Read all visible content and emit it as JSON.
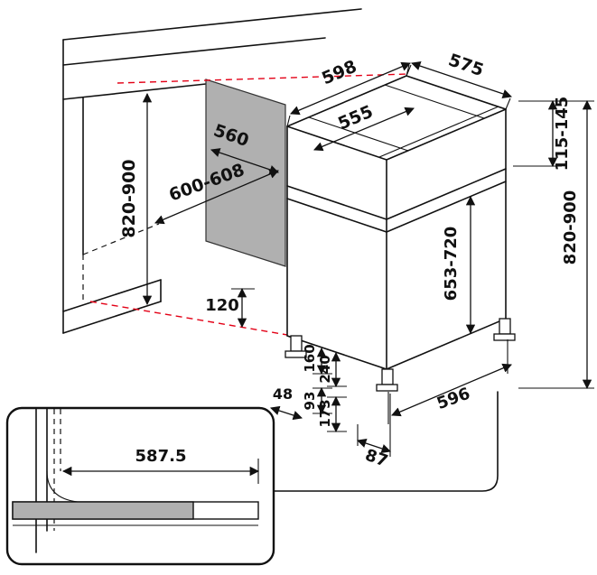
{
  "diagram": {
    "kind": "dishwasher-built-in-installation-drawing",
    "units": "mm",
    "colors": {
      "line": "#111111",
      "guide_red": "#e30016",
      "panel_gray": "#b0b0b0",
      "background": "#ffffff"
    },
    "dims": {
      "top_width": "598",
      "total_depth": "575",
      "top_inset": "555",
      "panel_depth": "560",
      "niche_width": "600-608",
      "niche_height": "820-900",
      "top_adjust": "115-145",
      "overall_height": "820-900",
      "door_height": "653-720",
      "plinth_recess": "120",
      "base_h1": "160",
      "base_h2": "240",
      "base_o1": "93",
      "base_o2": "173",
      "base_o3": "48",
      "bottom_width": "596",
      "foot_offset": "87",
      "plinth_width": "587.5"
    }
  }
}
